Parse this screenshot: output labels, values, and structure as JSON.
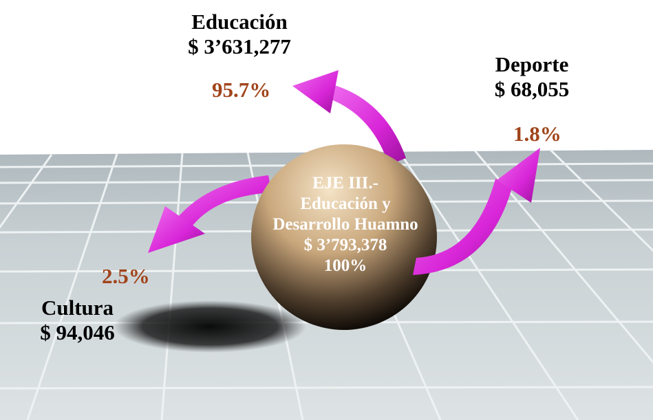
{
  "center": {
    "line1": "EJE III.-",
    "line2": "Educación y",
    "line3": "Desarrollo Huamno",
    "amount": "$ 3’793,378",
    "percent": "100%"
  },
  "branches": {
    "educacion": {
      "name": "Educación",
      "amount": "$ 3’631,277",
      "percent": "95.7%"
    },
    "deporte": {
      "name": "Deporte",
      "amount": "$ 68,055",
      "percent": "1.8%"
    },
    "cultura": {
      "name": "Cultura",
      "amount": "$ 94,046",
      "percent": "2.5%"
    }
  },
  "colors": {
    "percent_text": "#a0441a",
    "arrow": "#e640e6",
    "sphere": "#d8b98f",
    "floor": "#c7d0d3"
  }
}
